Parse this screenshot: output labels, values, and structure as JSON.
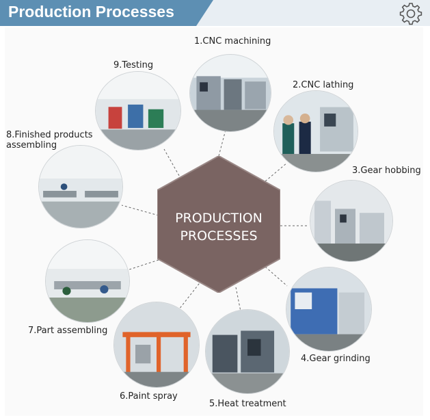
{
  "header": {
    "title": "Production Processes",
    "band_color": "#5d8fb3",
    "icon": "gear-icon"
  },
  "center": {
    "line1": "PRODUCTION",
    "line2": "PROCESSES",
    "color": "#7a6462"
  },
  "steps": [
    {
      "label": "1.CNC machining",
      "photo": "cnc-machining-photo"
    },
    {
      "label": "2.CNC lathing",
      "photo": "cnc-lathing-photo"
    },
    {
      "label": "3.Gear hobbing",
      "photo": "gear-hobbing-photo"
    },
    {
      "label": "4.Gear grinding",
      "photo": "gear-grinding-photo"
    },
    {
      "label": "5.Heat treatment",
      "photo": "heat-treatment-photo"
    },
    {
      "label": "6.Paint spray",
      "photo": "paint-spray-photo"
    },
    {
      "label": "7.Part assembling",
      "photo": "part-assembling-photo"
    },
    {
      "label": "8.Finished products",
      "label2": "assembling",
      "photo": "finished-products-photo"
    },
    {
      "label": "9.Testing",
      "photo": "testing-photo"
    }
  ]
}
